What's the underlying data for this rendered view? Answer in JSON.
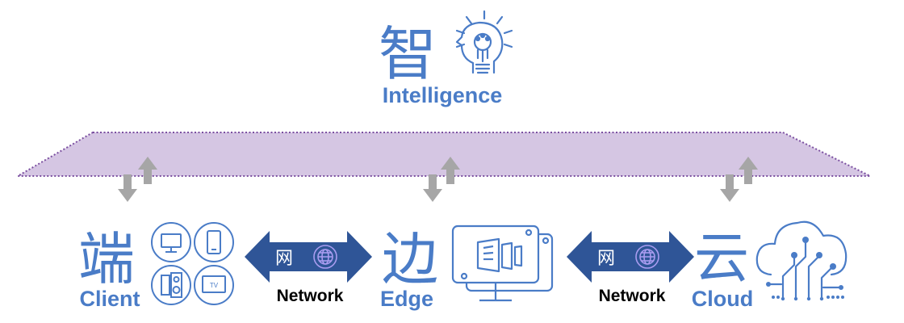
{
  "intelligence": {
    "zh": "智",
    "en": "Intelligence"
  },
  "client": {
    "zh": "端",
    "en": "Client",
    "tv_label": "TV"
  },
  "edge": {
    "zh": "边",
    "en": "Edge"
  },
  "cloud": {
    "zh": "云",
    "en": "Cloud"
  },
  "networks": [
    {
      "zh": "网",
      "en": "Network"
    },
    {
      "zh": "网",
      "en": "Network"
    }
  ],
  "colors": {
    "accent_blue": "#4A7CC7",
    "network_arrow": "#2F5597",
    "layer_fill": "#D5C6E3",
    "layer_border": "#7B4FA0",
    "link_arrow": "#A6A6A6"
  }
}
